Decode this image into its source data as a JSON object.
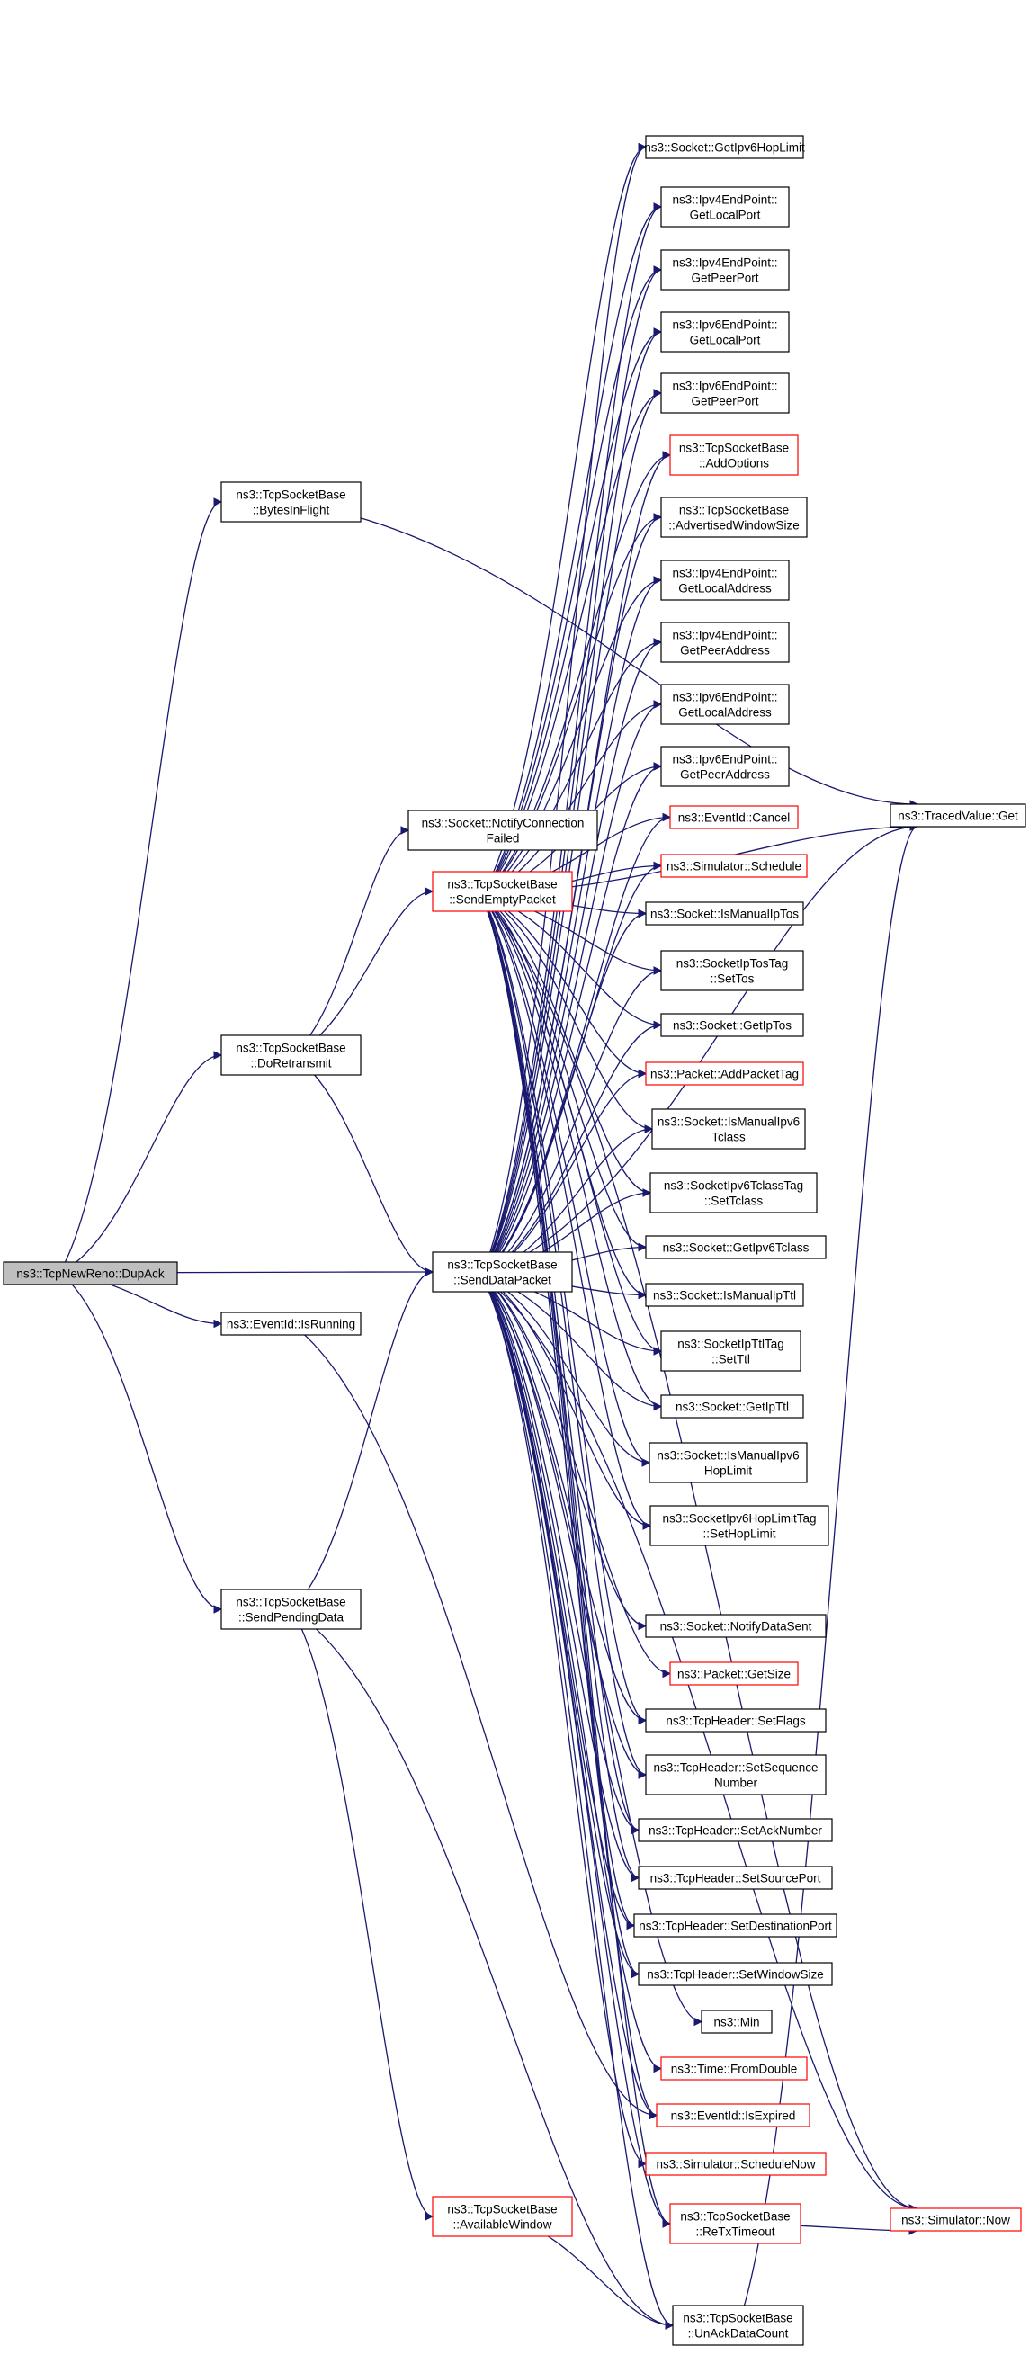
{
  "nodes": [
    {
      "id": "root",
      "lines": [
        "ns3::TcpNewReno::DupAck"
      ],
      "style": "root"
    },
    {
      "id": "bif",
      "lines": [
        "ns3::TcpSocketBase",
        "::BytesInFlight"
      ],
      "style": "black"
    },
    {
      "id": "doret",
      "lines": [
        "ns3::TcpSocketBase",
        "::DoRetransmit"
      ],
      "style": "black"
    },
    {
      "id": "sdp",
      "lines": [
        "ns3::TcpSocketBase",
        "::SendDataPacket"
      ],
      "style": "black"
    },
    {
      "id": "isrun",
      "lines": [
        "ns3::EventId::IsRunning"
      ],
      "style": "black"
    },
    {
      "id": "spd",
      "lines": [
        "ns3::TcpSocketBase",
        "::SendPendingData"
      ],
      "style": "black"
    },
    {
      "id": "ncf",
      "lines": [
        "ns3::Socket::NotifyConnection",
        "Failed"
      ],
      "style": "black"
    },
    {
      "id": "sep",
      "lines": [
        "ns3::TcpSocketBase",
        "::SendEmptyPacket"
      ],
      "style": "red"
    },
    {
      "id": "aw",
      "lines": [
        "ns3::TcpSocketBase",
        "::AvailableWindow"
      ],
      "style": "red"
    },
    {
      "id": "g6hl",
      "lines": [
        "ns3::Socket::GetIpv6HopLimit"
      ],
      "style": "black"
    },
    {
      "id": "i4lp",
      "lines": [
        "ns3::Ipv4EndPoint::",
        "GetLocalPort"
      ],
      "style": "black"
    },
    {
      "id": "i4pp",
      "lines": [
        "ns3::Ipv4EndPoint::",
        "GetPeerPort"
      ],
      "style": "black"
    },
    {
      "id": "i6lp",
      "lines": [
        "ns3::Ipv6EndPoint::",
        "GetLocalPort"
      ],
      "style": "black"
    },
    {
      "id": "i6pp",
      "lines": [
        "ns3::Ipv6EndPoint::",
        "GetPeerPort"
      ],
      "style": "black"
    },
    {
      "id": "addopt",
      "lines": [
        "ns3::TcpSocketBase",
        "::AddOptions"
      ],
      "style": "red"
    },
    {
      "id": "advw",
      "lines": [
        "ns3::TcpSocketBase",
        "::AdvertisedWindowSize"
      ],
      "style": "black"
    },
    {
      "id": "i4la",
      "lines": [
        "ns3::Ipv4EndPoint::",
        "GetLocalAddress"
      ],
      "style": "black"
    },
    {
      "id": "i4pa",
      "lines": [
        "ns3::Ipv4EndPoint::",
        "GetPeerAddress"
      ],
      "style": "black"
    },
    {
      "id": "i6la",
      "lines": [
        "ns3::Ipv6EndPoint::",
        "GetLocalAddress"
      ],
      "style": "black"
    },
    {
      "id": "i6pa",
      "lines": [
        "ns3::Ipv6EndPoint::",
        "GetPeerAddress"
      ],
      "style": "black"
    },
    {
      "id": "cancel",
      "lines": [
        "ns3::EventId::Cancel"
      ],
      "style": "red"
    },
    {
      "id": "sched",
      "lines": [
        "ns3::Simulator::Schedule"
      ],
      "style": "red"
    },
    {
      "id": "imtos",
      "lines": [
        "ns3::Socket::IsManualIpTos"
      ],
      "style": "black"
    },
    {
      "id": "settos",
      "lines": [
        "ns3::SocketIpTosTag",
        "::SetTos"
      ],
      "style": "black"
    },
    {
      "id": "gettos",
      "lines": [
        "ns3::Socket::GetIpTos"
      ],
      "style": "black"
    },
    {
      "id": "addtag",
      "lines": [
        "ns3::Packet::AddPacketTag"
      ],
      "style": "red"
    },
    {
      "id": "im6tc",
      "lines": [
        "ns3::Socket::IsManualIpv6",
        "Tclass"
      ],
      "style": "black"
    },
    {
      "id": "settc",
      "lines": [
        "ns3::SocketIpv6TclassTag",
        "::SetTclass"
      ],
      "style": "black"
    },
    {
      "id": "get6tc",
      "lines": [
        "ns3::Socket::GetIpv6Tclass"
      ],
      "style": "black"
    },
    {
      "id": "imttl",
      "lines": [
        "ns3::Socket::IsManualIpTtl"
      ],
      "style": "black"
    },
    {
      "id": "setttl",
      "lines": [
        "ns3::SocketIpTtlTag",
        "::SetTtl"
      ],
      "style": "black"
    },
    {
      "id": "getttl",
      "lines": [
        "ns3::Socket::GetIpTtl"
      ],
      "style": "black"
    },
    {
      "id": "im6hl",
      "lines": [
        "ns3::Socket::IsManualIpv6",
        "HopLimit"
      ],
      "style": "black"
    },
    {
      "id": "sethl",
      "lines": [
        "ns3::SocketIpv6HopLimitTag",
        "::SetHopLimit"
      ],
      "style": "black"
    },
    {
      "id": "nds",
      "lines": [
        "ns3::Socket::NotifyDataSent"
      ],
      "style": "black"
    },
    {
      "id": "getsize",
      "lines": [
        "ns3::Packet::GetSize"
      ],
      "style": "red"
    },
    {
      "id": "setflags",
      "lines": [
        "ns3::TcpHeader::SetFlags"
      ],
      "style": "black"
    },
    {
      "id": "setseq",
      "lines": [
        "ns3::TcpHeader::SetSequence",
        "Number"
      ],
      "style": "black"
    },
    {
      "id": "setack",
      "lines": [
        "ns3::TcpHeader::SetAckNumber"
      ],
      "style": "black"
    },
    {
      "id": "setsport",
      "lines": [
        "ns3::TcpHeader::SetSourcePort"
      ],
      "style": "black"
    },
    {
      "id": "setdport",
      "lines": [
        "ns3::TcpHeader::SetDestinationPort"
      ],
      "style": "black"
    },
    {
      "id": "setwin",
      "lines": [
        "ns3::TcpHeader::SetWindowSize"
      ],
      "style": "black"
    },
    {
      "id": "min",
      "lines": [
        "ns3::Min"
      ],
      "style": "black"
    },
    {
      "id": "fromd",
      "lines": [
        "ns3::Time::FromDouble"
      ],
      "style": "red"
    },
    {
      "id": "isexp",
      "lines": [
        "ns3::EventId::IsExpired"
      ],
      "style": "red"
    },
    {
      "id": "schednow",
      "lines": [
        "ns3::Simulator::ScheduleNow"
      ],
      "style": "red"
    },
    {
      "id": "retx",
      "lines": [
        "ns3::TcpSocketBase",
        "::ReTxTimeout"
      ],
      "style": "red"
    },
    {
      "id": "unack",
      "lines": [
        "ns3::TcpSocketBase",
        "::UnAckDataCount"
      ],
      "style": "black"
    },
    {
      "id": "tvget",
      "lines": [
        "ns3::TracedValue::Get"
      ],
      "style": "black"
    },
    {
      "id": "now",
      "lines": [
        "ns3::Simulator::Now"
      ],
      "style": "red"
    }
  ],
  "edges": [
    [
      "root",
      "bif"
    ],
    [
      "root",
      "doret"
    ],
    [
      "root",
      "sdp"
    ],
    [
      "root",
      "isrun"
    ],
    [
      "root",
      "spd"
    ],
    [
      "bif",
      "tvget"
    ],
    [
      "doret",
      "ncf"
    ],
    [
      "doret",
      "sep"
    ],
    [
      "doret",
      "sdp"
    ],
    [
      "spd",
      "sdp"
    ],
    [
      "spd",
      "aw"
    ],
    [
      "spd",
      "unack"
    ],
    [
      "isrun",
      "isexp"
    ],
    [
      "aw",
      "unack"
    ],
    [
      "unack",
      "tvget"
    ],
    [
      "retx",
      "now"
    ],
    [
      "sep",
      "g6hl"
    ],
    [
      "sep",
      "i4lp"
    ],
    [
      "sep",
      "i4pp"
    ],
    [
      "sep",
      "i6lp"
    ],
    [
      "sep",
      "i6pp"
    ],
    [
      "sep",
      "addopt"
    ],
    [
      "sep",
      "advw"
    ],
    [
      "sep",
      "i4la"
    ],
    [
      "sep",
      "i4pa"
    ],
    [
      "sep",
      "i6la"
    ],
    [
      "sep",
      "i6pa"
    ],
    [
      "sep",
      "cancel"
    ],
    [
      "sep",
      "sched"
    ],
    [
      "sep",
      "imtos"
    ],
    [
      "sep",
      "settos"
    ],
    [
      "sep",
      "gettos"
    ],
    [
      "sep",
      "addtag"
    ],
    [
      "sep",
      "im6tc"
    ],
    [
      "sep",
      "settc"
    ],
    [
      "sep",
      "get6tc"
    ],
    [
      "sep",
      "imttl"
    ],
    [
      "sep",
      "setttl"
    ],
    [
      "sep",
      "getttl"
    ],
    [
      "sep",
      "im6hl"
    ],
    [
      "sep",
      "sethl"
    ],
    [
      "sep",
      "setflags"
    ],
    [
      "sep",
      "setseq"
    ],
    [
      "sep",
      "setack"
    ],
    [
      "sep",
      "setsport"
    ],
    [
      "sep",
      "setdport"
    ],
    [
      "sep",
      "setwin"
    ],
    [
      "sep",
      "isexp"
    ],
    [
      "sep",
      "retx"
    ],
    [
      "sep",
      "now"
    ],
    [
      "sep",
      "tvget"
    ],
    [
      "sdp",
      "g6hl"
    ],
    [
      "sdp",
      "i4lp"
    ],
    [
      "sdp",
      "i4pp"
    ],
    [
      "sdp",
      "i6lp"
    ],
    [
      "sdp",
      "i6pp"
    ],
    [
      "sdp",
      "addopt"
    ],
    [
      "sdp",
      "advw"
    ],
    [
      "sdp",
      "i4la"
    ],
    [
      "sdp",
      "i4pa"
    ],
    [
      "sdp",
      "i6la"
    ],
    [
      "sdp",
      "i6pa"
    ],
    [
      "sdp",
      "cancel"
    ],
    [
      "sdp",
      "sched"
    ],
    [
      "sdp",
      "imtos"
    ],
    [
      "sdp",
      "settos"
    ],
    [
      "sdp",
      "gettos"
    ],
    [
      "sdp",
      "addtag"
    ],
    [
      "sdp",
      "im6tc"
    ],
    [
      "sdp",
      "settc"
    ],
    [
      "sdp",
      "get6tc"
    ],
    [
      "sdp",
      "imttl"
    ],
    [
      "sdp",
      "setttl"
    ],
    [
      "sdp",
      "getttl"
    ],
    [
      "sdp",
      "im6hl"
    ],
    [
      "sdp",
      "sethl"
    ],
    [
      "sdp",
      "nds"
    ],
    [
      "sdp",
      "getsize"
    ],
    [
      "sdp",
      "setflags"
    ],
    [
      "sdp",
      "setseq"
    ],
    [
      "sdp",
      "setack"
    ],
    [
      "sdp",
      "setsport"
    ],
    [
      "sdp",
      "setdport"
    ],
    [
      "sdp",
      "setwin"
    ],
    [
      "sdp",
      "min"
    ],
    [
      "sdp",
      "fromd"
    ],
    [
      "sdp",
      "isexp"
    ],
    [
      "sdp",
      "schednow"
    ],
    [
      "sdp",
      "retx"
    ],
    [
      "sdp",
      "unack"
    ],
    [
      "sdp",
      "tvget"
    ],
    [
      "sdp",
      "now"
    ]
  ]
}
